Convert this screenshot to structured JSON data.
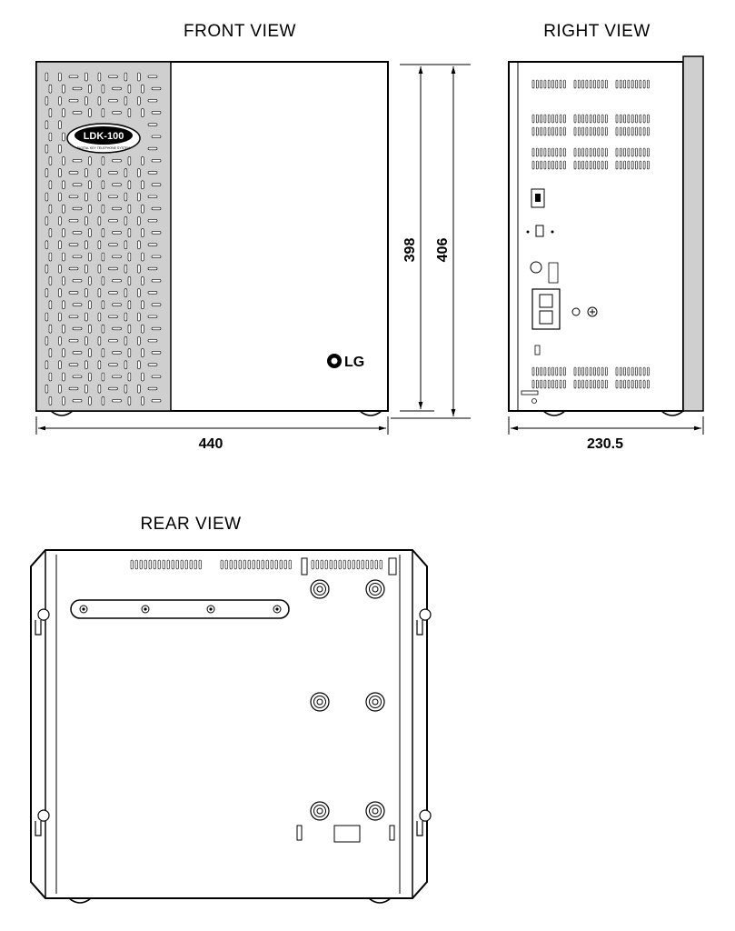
{
  "views": {
    "front": {
      "title": "FRONT VIEW"
    },
    "right": {
      "title": "RIGHT VIEW"
    },
    "rear": {
      "title": "REAR VIEW"
    }
  },
  "dimensions": {
    "front_width": "440",
    "front_height_inner": "398",
    "front_height_outer": "406",
    "side_depth": "230.5"
  },
  "branding": {
    "product_logo": "LDK-100",
    "product_tagline": "DIGITAL KEY TELEPHONE SYSTEM",
    "brand": "LG"
  }
}
